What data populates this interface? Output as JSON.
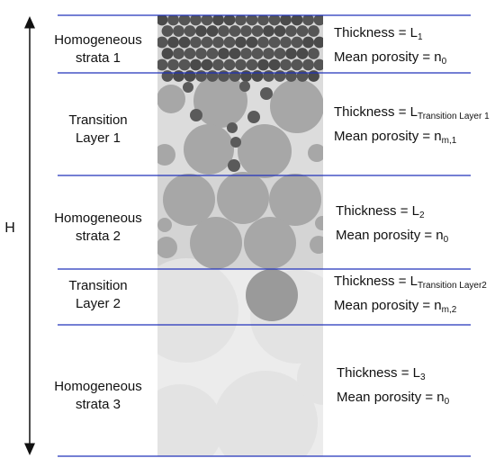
{
  "height_axis": {
    "label": "H"
  },
  "layers": [
    {
      "name": [
        "Homogeneous",
        "strata 1"
      ],
      "thickness": {
        "text": "Thickness = L",
        "sub": "1"
      },
      "porosity": {
        "text": "Mean porosity = n",
        "sub": "0"
      }
    },
    {
      "name": [
        "Transition",
        "Layer 1"
      ],
      "thickness": {
        "text": "Thickness = L",
        "sub": "Transition Layer 1"
      },
      "porosity": {
        "text": "Mean porosity = n",
        "sub": "m,1"
      }
    },
    {
      "name": [
        "Homogeneous",
        "strata 2"
      ],
      "thickness": {
        "text": "Thickness = L",
        "sub": "2"
      },
      "porosity": {
        "text": "Mean porosity = n",
        "sub": "0"
      }
    },
    {
      "name": [
        "Transition",
        "Layer 2"
      ],
      "thickness": {
        "text": "Thickness = L",
        "sub": "Transition Layer2"
      },
      "porosity": {
        "text": "Mean porosity = n",
        "sub": "m,2"
      }
    },
    {
      "name": [
        "Homogeneous",
        "strata 3"
      ],
      "thickness": {
        "text": "Thickness = L",
        "sub": "3"
      },
      "porosity": {
        "text": "Mean porosity = n",
        "sub": "0"
      }
    }
  ],
  "colors": {
    "boundary": "#2233bb",
    "fine_grain": "#555555",
    "medium_grain": "#a7a7a7",
    "coarse_grain": "#e3e3e3"
  }
}
